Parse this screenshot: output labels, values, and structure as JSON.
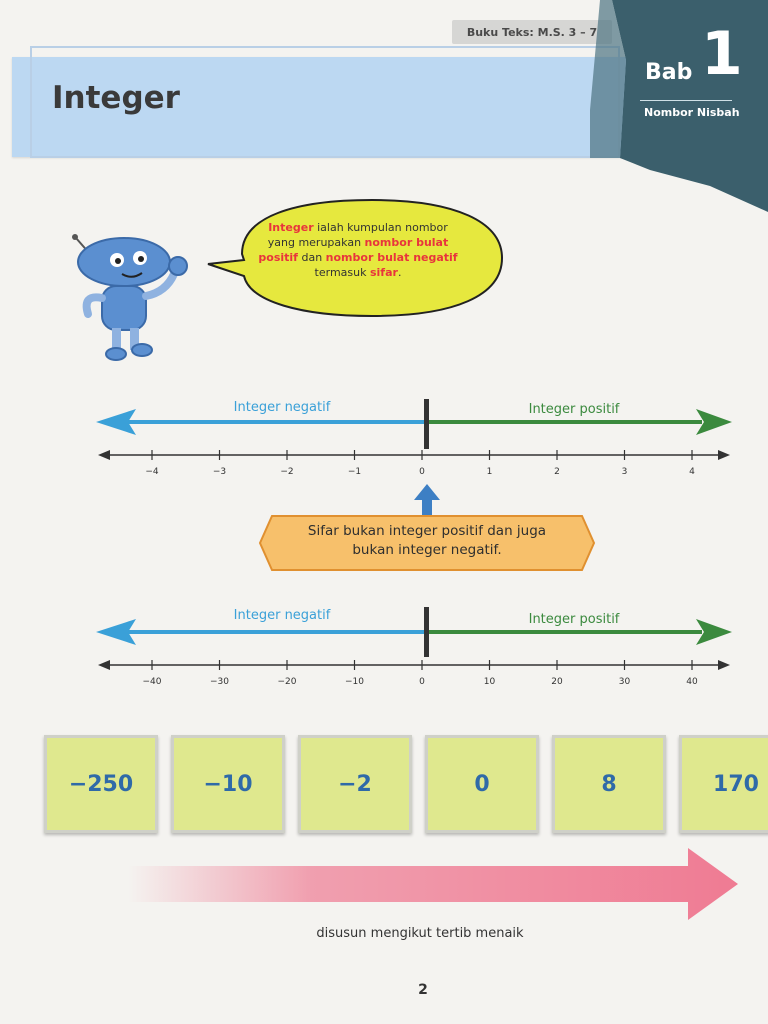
{
  "header": {
    "reference": "Buku Teks: M.S. 3 – 7",
    "title": "Integer"
  },
  "chapter": {
    "label": "Bab",
    "number": "1",
    "subtitle": "Nombor Nisbah",
    "color": "#3b5f6c"
  },
  "bubble": {
    "parts": [
      {
        "text": "Integer",
        "hl": true
      },
      {
        "text": " ialah kumpulan nombor yang merupakan ",
        "hl": false
      },
      {
        "text": "nombor bulat positif",
        "hl": true
      },
      {
        "text": " dan ",
        "hl": false
      },
      {
        "text": "nombor bulat negatif",
        "hl": true
      },
      {
        "text": " termasuk ",
        "hl": false
      },
      {
        "text": "sifar",
        "hl": true
      },
      {
        "text": ".",
        "hl": false
      }
    ],
    "highlight_color": "#e8353c",
    "fill_color": "#e6e83e"
  },
  "numberline_1": {
    "negative_label": "Integer negatif",
    "positive_label": "Integer positif",
    "ticks": [
      "−4",
      "−3",
      "−2",
      "−1",
      "0",
      "1",
      "2",
      "3",
      "4"
    ]
  },
  "zero_note": {
    "line1": "Sifar bukan integer positif dan juga",
    "line2": "bukan integer negatif."
  },
  "numberline_2": {
    "negative_label": "Integer negatif",
    "positive_label": "Integer positif",
    "ticks": [
      "−40",
      "−30",
      "−20",
      "−10",
      "0",
      "10",
      "20",
      "30",
      "40"
    ]
  },
  "colors": {
    "negative": "#3aa0d8",
    "positive": "#3b8a3e",
    "note_fill": "#f7c06b",
    "card_fill": "#dfe88e",
    "card_text": "#2f6aa8",
    "order_arrow": "#ef7b93"
  },
  "cards": [
    "−250",
    "−10",
    "−2",
    "0",
    "8",
    "170"
  ],
  "order_caption": "disusun mengikut tertib menaik",
  "page_number": "2"
}
